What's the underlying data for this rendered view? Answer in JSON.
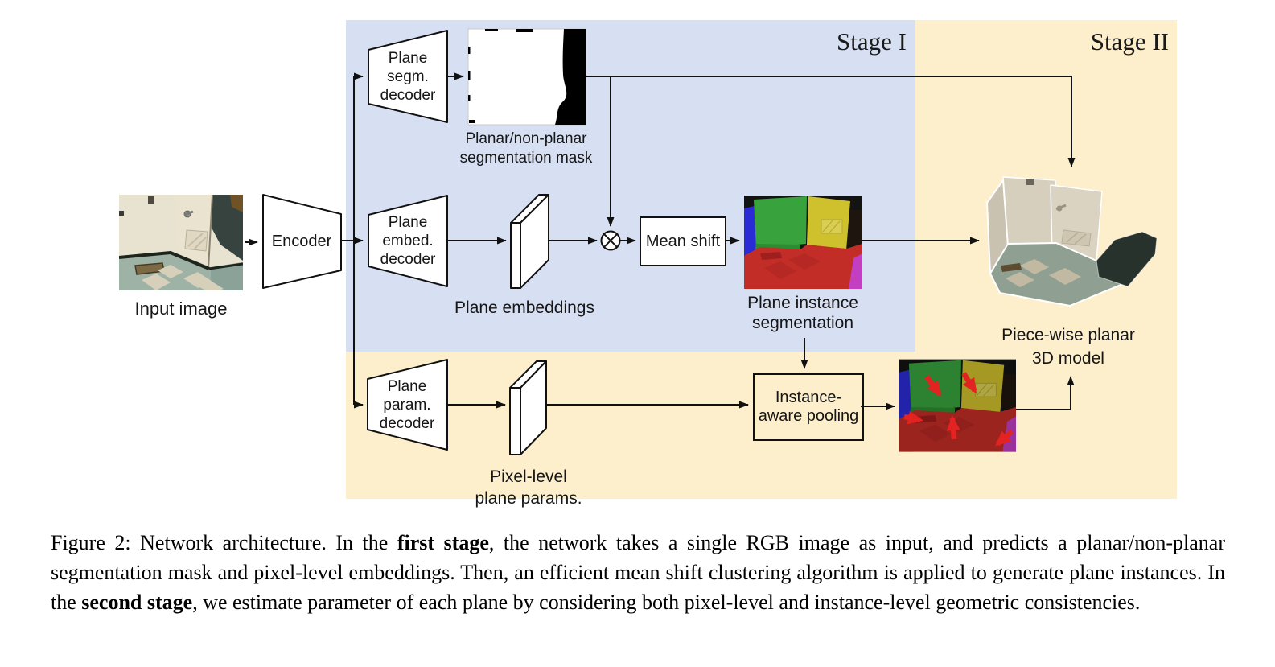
{
  "figure": {
    "stage1_label": "Stage I",
    "stage2_label": "Stage II",
    "input_image_label": "Input image",
    "encoder_label": "Encoder",
    "plane_segm_decoder_label": "Plane\nsegm.\ndecoder",
    "mask_label": "Planar/non-planar\nsegmentation mask",
    "plane_embed_decoder_label": "Plane\nembed.\ndecoder",
    "embeddings_label": "Plane embeddings",
    "mean_shift_label": "Mean shift",
    "instance_seg_label": "Plane instance\nsegmentation",
    "plane_param_decoder_label": "Plane\nparam.\ndecoder",
    "pixel_params_label": "Pixel-level\nplane params.",
    "pooling_label": "Instance-\naware pooling",
    "model_label": "Piece-wise planar\n3D model"
  },
  "caption": {
    "figure_number": "Figure 2",
    "segments": [
      {
        "text": "Figure 2: Network architecture. In the ",
        "bold": false
      },
      {
        "text": "first stage",
        "bold": true
      },
      {
        "text": ", the network takes a single RGB image as input, and predicts a planar/non-planar segmentation mask and pixel-level embeddings.  Then, an efficient mean shift clustering algorithm is applied to generate plane instances.  In the ",
        "bold": false
      },
      {
        "text": "second stage",
        "bold": true
      },
      {
        "text": ", we estimate parameter of each plane by considering both pixel-level and instance-level geometric consistencies.",
        "bold": false
      }
    ]
  },
  "colors": {
    "stage1_bg": "#d7dff2",
    "stage2_bg": "#fdefcc",
    "line": "#111111",
    "seg_green": "#38a33c",
    "seg_yellow": "#cfc02e",
    "seg_red": "#c22d27",
    "seg_blue": "#2b2bd5",
    "seg_magenta": "#c23fc2",
    "red_arrow": "#e32222"
  }
}
